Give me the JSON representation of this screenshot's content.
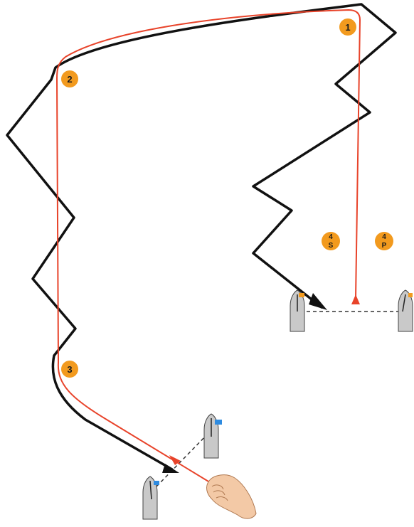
{
  "diagram": {
    "marks": [
      {
        "id": "mark-1",
        "label": "1"
      },
      {
        "id": "mark-2",
        "label": "2"
      },
      {
        "id": "mark-3",
        "label": "3"
      },
      {
        "id": "mark-4s",
        "label_top": "4",
        "label_bottom": "S"
      },
      {
        "id": "mark-4p",
        "label_top": "4",
        "label_bottom": "P"
      }
    ],
    "colors": {
      "course_line": "#e8432a",
      "sailed_track": "#111111",
      "mark": "#f29a1e",
      "boat": "#c9c9c9",
      "flag_start": "#f29a1e",
      "flag_finish": "#2e8be0",
      "line_dashes": "#333333"
    },
    "icons": [
      "boat-icon",
      "flag-icon",
      "hand-icon",
      "arrow-icon"
    ]
  }
}
